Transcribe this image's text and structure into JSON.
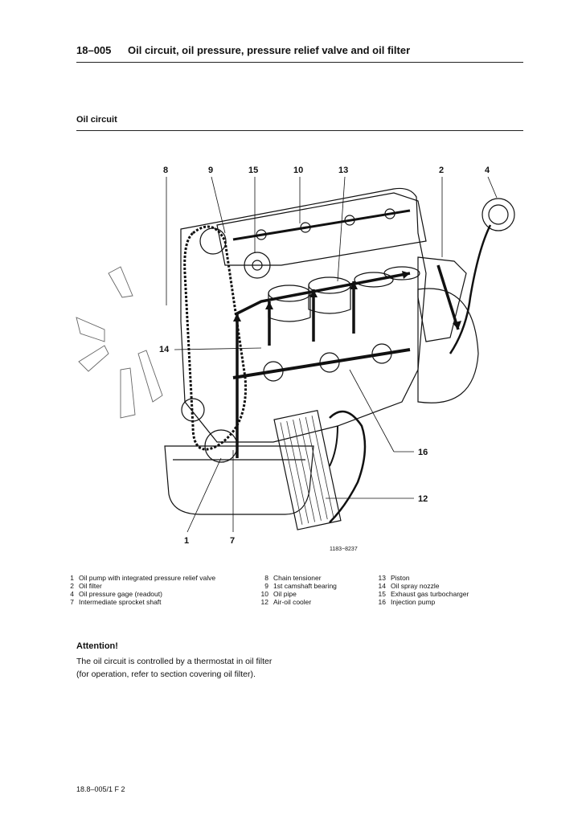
{
  "header": {
    "section_number": "18–005",
    "title": "Oil circuit, oil pressure, pressure relief valve and oil filter"
  },
  "section_title": "Oil circuit",
  "diagram": {
    "callouts": [
      "8",
      "9",
      "15",
      "10",
      "13",
      "2",
      "4",
      "14",
      "16",
      "12",
      "1",
      "7"
    ],
    "figure_id": "1183−8237"
  },
  "legend": {
    "col1": [
      {
        "num": "1",
        "text": "Oil pump with integrated pressure relief valve"
      },
      {
        "num": "2",
        "text": "Oil filter"
      },
      {
        "num": "4",
        "text": "Oil pressure gage (readout)"
      },
      {
        "num": "7",
        "text": "Intermediate sprocket shaft"
      }
    ],
    "col2": [
      {
        "num": "8",
        "text": "Chain tensioner"
      },
      {
        "num": "9",
        "text": "1st camshaft bearing"
      },
      {
        "num": "10",
        "text": "Oil pipe"
      },
      {
        "num": "12",
        "text": "Air-oil cooler"
      }
    ],
    "col3": [
      {
        "num": "13",
        "text": "Piston"
      },
      {
        "num": "14",
        "text": "Oil spray nozzle"
      },
      {
        "num": "15",
        "text": "Exhaust gas turbocharger"
      },
      {
        "num": "16",
        "text": "Injection pump"
      }
    ]
  },
  "attention": {
    "heading": "Attention!",
    "text": "The oil circuit is controlled by a thermostat in oil filter (for operation, refer to section covering oil filter)."
  },
  "footer": "18.8–005/1    F 2"
}
